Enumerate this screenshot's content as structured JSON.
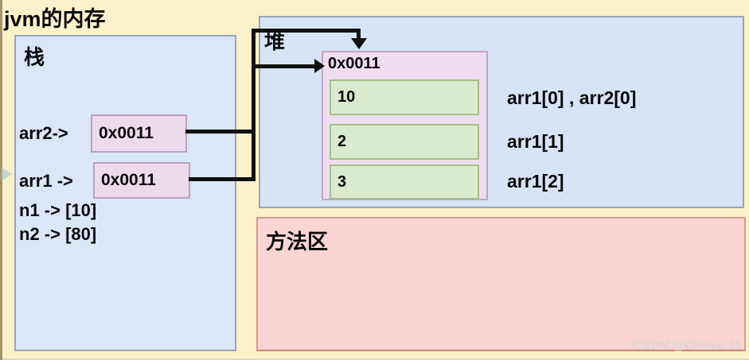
{
  "title": "jvm的内存",
  "watermark": "CSDN @Clrove.11",
  "stack": {
    "label": "栈",
    "vars": {
      "arr2": {
        "name": "arr2->",
        "value": "0x0011"
      },
      "arr1": {
        "name": "arr1 ->",
        "value": "0x0011"
      },
      "n1": "n1 -> [10]",
      "n2": "n2 -> [80]"
    }
  },
  "heap": {
    "label": "堆",
    "object": {
      "address": "0x0011",
      "slots": [
        {
          "value": "10",
          "label": "arr1[0] , arr2[0]"
        },
        {
          "value": "2",
          "label": "arr1[1]"
        },
        {
          "value": "3",
          "label": "arr1[2]"
        }
      ]
    }
  },
  "method_area": {
    "label": "方法区"
  },
  "colors": {
    "background": "#FCF1CA",
    "region_blue_fill": "#DBE6F8",
    "region_blue_border": "#98A6B8",
    "pointer_box_fill": "#EBDBEB",
    "pointer_box_border": "#BCA0C2",
    "object_box_fill": "#EEDDEE",
    "slot_fill": "#DAEBCD",
    "slot_border": "#A3BF8A",
    "method_area_fill": "#FAD5D3",
    "method_area_border": "#DA998B",
    "arrow": "#111111"
  }
}
